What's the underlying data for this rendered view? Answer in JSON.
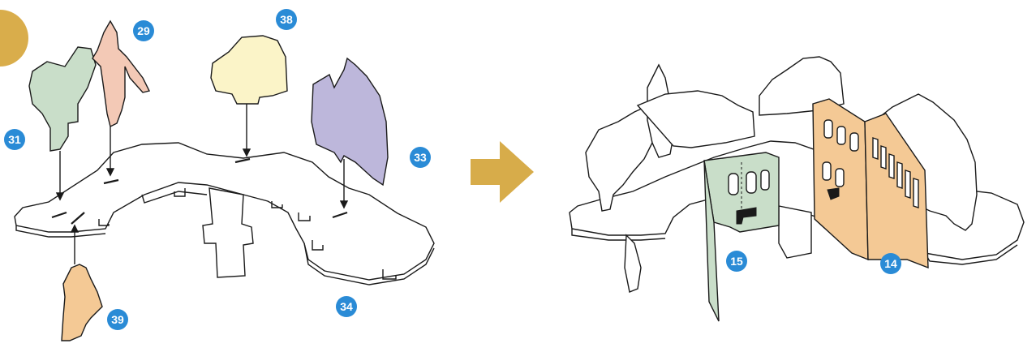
{
  "colors": {
    "badge": "#2a8bd6",
    "badge_text": "#ffffff",
    "outline": "#1a1a1a",
    "arrow": "#d7ac4a",
    "part_31": "#c9dec9",
    "part_29": "#f3c9b6",
    "part_38": "#fbf4c8",
    "part_33": "#bdb7db",
    "part_39": "#f4c995",
    "part_15": "#c9dec9",
    "part_14": "#f4c995"
  },
  "parts_left": [
    {
      "id": "31",
      "label": "31"
    },
    {
      "id": "29",
      "label": "29"
    },
    {
      "id": "38",
      "label": "38"
    },
    {
      "id": "33",
      "label": "33"
    },
    {
      "id": "34",
      "label": "34"
    },
    {
      "id": "39",
      "label": "39"
    }
  ],
  "parts_right": [
    {
      "id": "15",
      "label": "15"
    },
    {
      "id": "14",
      "label": "14"
    }
  ],
  "transition_arrow": "arrow-right-icon"
}
